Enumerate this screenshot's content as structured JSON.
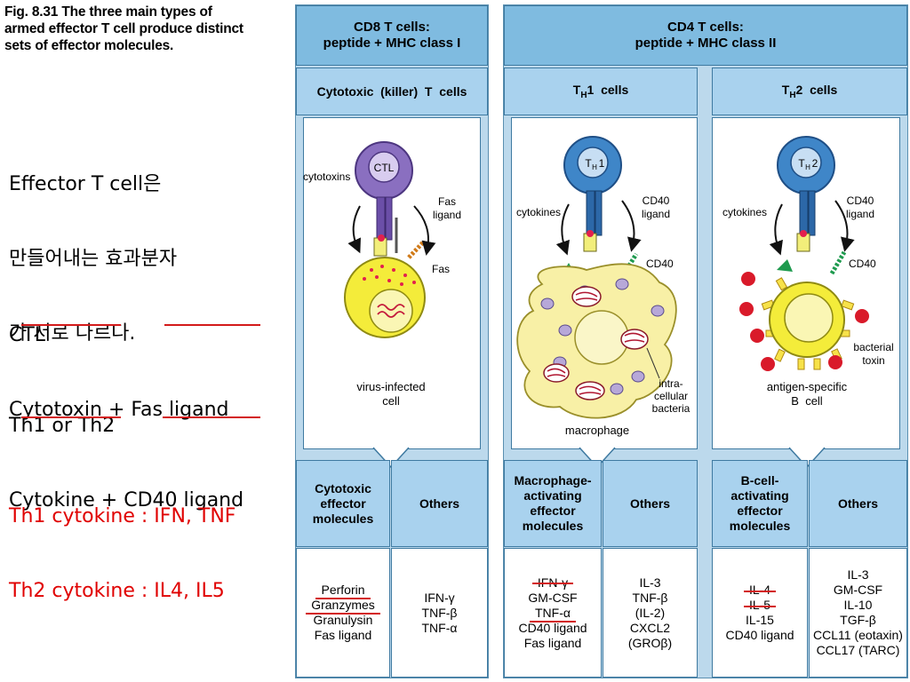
{
  "figure_title": [
    "Fig. 8.31 The three main types of",
    "armed effector T cell produce distinct",
    "sets of effector molecules."
  ],
  "notes": {
    "korean": [
      "Effector T cell은",
      "만들어내는 효과분자",
      "가 서로 다르다."
    ],
    "ctl": [
      "CTL",
      "Cytotoxin + Fas ligand"
    ],
    "th": [
      "Th1 or Th2",
      "Cytokine + CD40 ligand"
    ],
    "cytokines": [
      "Th1 cytokine : IFN, TNF",
      "Th2 cytokine : IL4, IL5"
    ]
  },
  "columns": {
    "cd8_header": [
      "CD8 T cells:",
      "peptide + MHC class I"
    ],
    "cd4_header": [
      "CD4 T cells:",
      "peptide + MHC class II"
    ],
    "ctl_sub": "Cytotoxic  (killer)  T  cells",
    "th1_sub": "1  cells",
    "th2_sub": "2  cells",
    "th_prefix": "T",
    "th_subscript": "H"
  },
  "diagram_labels": {
    "ctl": "CTL",
    "th1": "1",
    "th2": "2",
    "th_letter": "T",
    "th_sub": "H",
    "cytotoxins": "cytotoxins",
    "fas_ligand": [
      "Fas",
      "ligand"
    ],
    "fas": "Fas",
    "virus_cell": [
      "virus-infected",
      "cell"
    ],
    "cytokines": "cytokines",
    "cd40_ligand": [
      "CD40",
      "ligand"
    ],
    "cd40": "CD40",
    "intracellular": [
      "intra-",
      "cellular",
      "bacteria"
    ],
    "macrophage": "macrophage",
    "bacterial_toxin": [
      "bacterial",
      "toxin"
    ],
    "b_cell": [
      "antigen-specific",
      "B  cell"
    ]
  },
  "molecules": {
    "ctl_hdr": [
      "Cytotoxic",
      "effector",
      "molecules"
    ],
    "others": "Others",
    "ctl_list": [
      "Perforin",
      "Granzymes",
      "Granulysin",
      "Fas ligand"
    ],
    "ctl_others": [
      "IFN-γ",
      "TNF-β",
      "TNF-α"
    ],
    "th1_hdr": [
      "Macrophage-",
      "activating",
      "effector",
      "molecules"
    ],
    "th1_list": [
      "IFN-γ",
      "GM-CSF",
      "TNF-α",
      "CD40 ligand",
      "Fas ligand"
    ],
    "th1_others": [
      "IL-3",
      "TNF-β",
      "(IL-2)",
      "CXCL2",
      "(GROβ)"
    ],
    "th2_hdr": [
      "B-cell-",
      "activating",
      "effector",
      "molecules"
    ],
    "th2_list": [
      "IL-4",
      "IL-5",
      "IL-15",
      "CD40 ligand"
    ],
    "th2_others": [
      "IL-3",
      "GM-CSF",
      "IL-10",
      "TGF-β",
      "CCL11 (eotaxin)",
      "CCL17 (TARC)"
    ]
  },
  "colors": {
    "panel": "#bcd9ec",
    "header": "#7fbbe0",
    "ctl_cell": "#8a6fc0",
    "th_cell": "#3f86c8",
    "target_cell": "#f4ec3a",
    "underline": "#d31a1a",
    "note_red": "#e00000"
  }
}
